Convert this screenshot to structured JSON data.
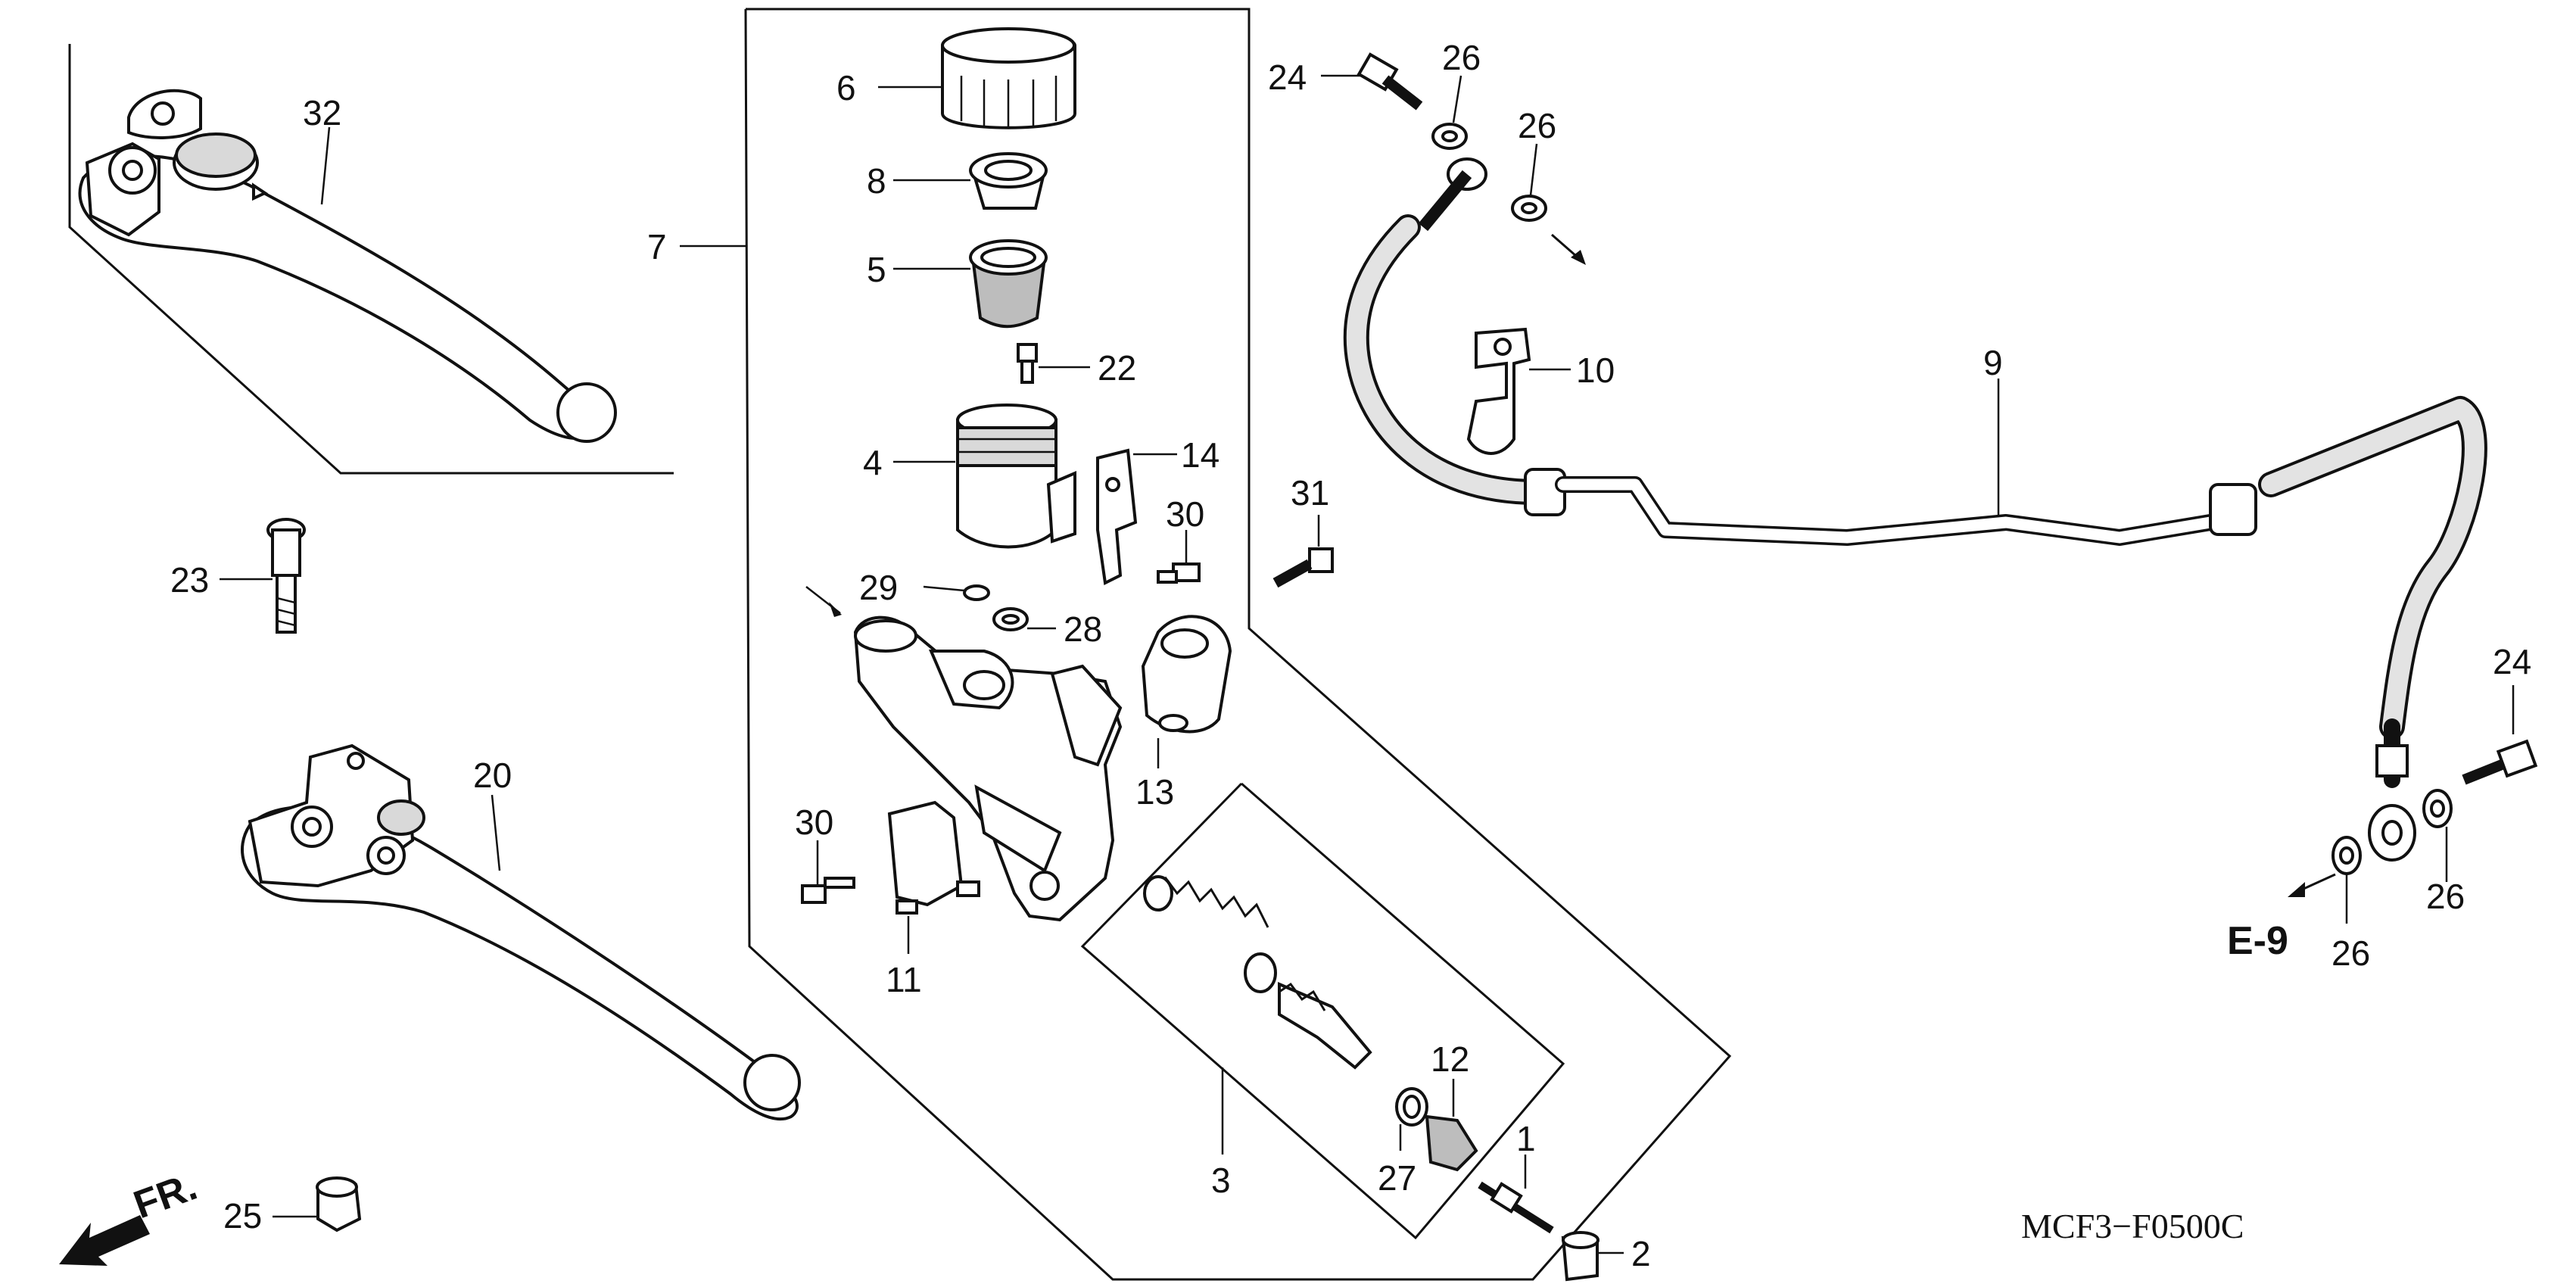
{
  "labels": {
    "p1": "1",
    "p2": "2",
    "p3": "3",
    "p4": "4",
    "p5": "5",
    "p6": "6",
    "p7": "7",
    "p8": "8",
    "p9": "9",
    "p10": "10",
    "p11": "11",
    "p12": "12",
    "p13": "13",
    "p14": "14",
    "p20": "20",
    "p22": "22",
    "p23": "23",
    "p24a": "24",
    "p24b": "24",
    "p25": "25",
    "p26a": "26",
    "p26b": "26",
    "p26c": "26",
    "p26d": "26",
    "p27": "27",
    "p28": "28",
    "p29": "29",
    "p30a": "30",
    "p30b": "30",
    "p31": "31",
    "p32": "32"
  },
  "ref": "E-9",
  "fr": "FR.",
  "code": "MCF3−F0500C"
}
